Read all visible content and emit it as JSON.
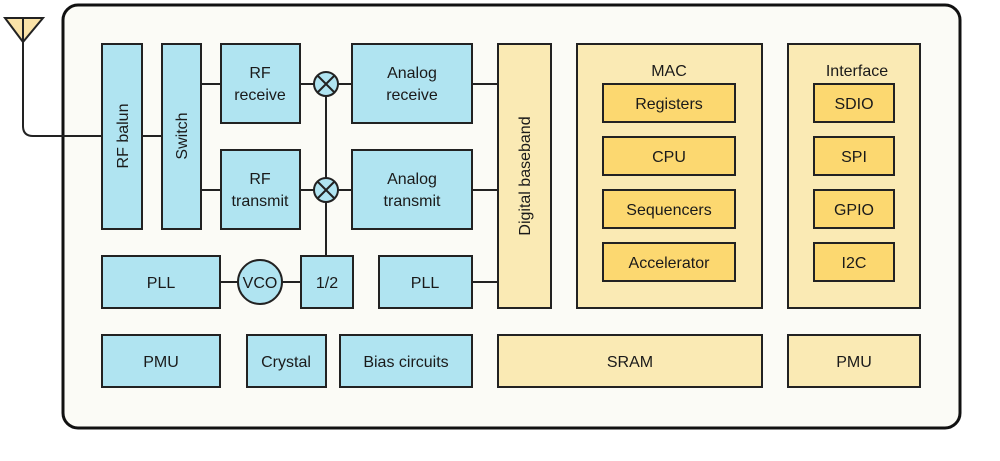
{
  "blocks": {
    "rf_balun": "RF balun",
    "switch": "Switch",
    "rf_receive": [
      "RF",
      "receive"
    ],
    "rf_transmit": [
      "RF",
      "transmit"
    ],
    "analog_receive": [
      "Analog",
      "receive"
    ],
    "analog_transmit": [
      "Analog",
      "transmit"
    ],
    "digital_baseband": "Digital baseband",
    "pll_rf": "PLL",
    "vco": "VCO",
    "divider": "1/2",
    "pll_analog": "PLL",
    "pmu_left": "PMU",
    "crystal": "Crystal",
    "bias": "Bias circuits",
    "sram": "SRAM",
    "pmu_right": "PMU"
  },
  "mac": {
    "title": "MAC",
    "items": [
      "Registers",
      "CPU",
      "Sequencers",
      "Accelerator"
    ]
  },
  "interface": {
    "title": "Interface",
    "items": [
      "SDIO",
      "SPI",
      "GPIO",
      "I2C"
    ]
  },
  "colors": {
    "analog_blocks": "#b0e4f1",
    "digital_container": "#faeab4",
    "digital_items": "#fcd870",
    "chip_background": "#fbfbf6"
  }
}
